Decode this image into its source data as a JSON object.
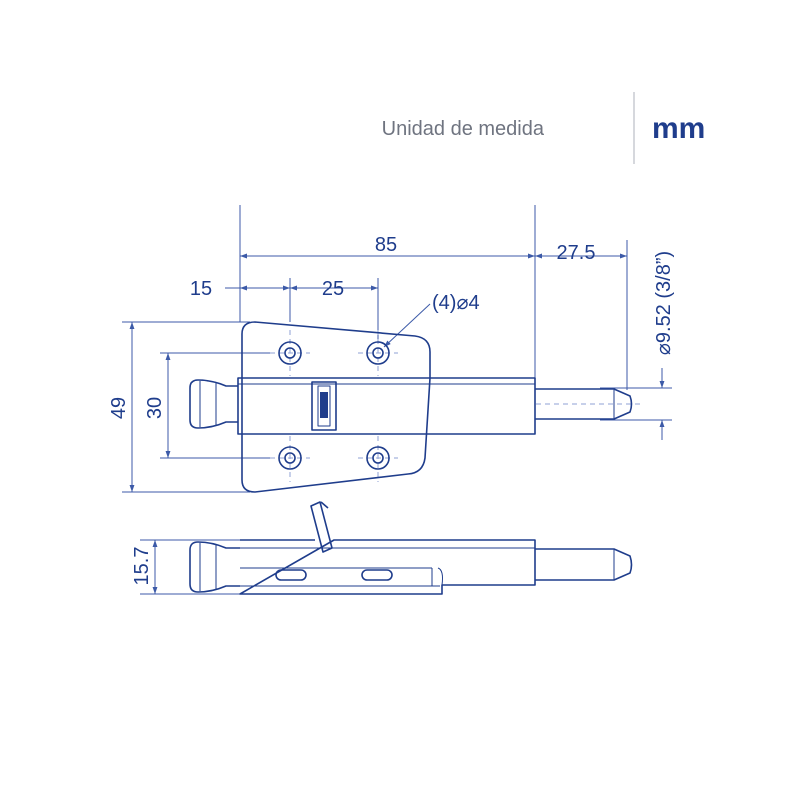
{
  "header": {
    "unit_label": "Unidad de medida",
    "unit_value": "mm"
  },
  "dimensions": {
    "overall_length": "85",
    "pin_extension": "27.5",
    "hole_offset": "15",
    "hole_spacing_horizontal": "25",
    "holes_label": "(4)⌀4",
    "pin_diameter": "⌀9.52 (3/8”)",
    "overall_height": "49",
    "hole_spacing_vertical": "30",
    "side_height": "15.7"
  },
  "colors": {
    "line": "#1f3d8c",
    "dim_line": "#3c5aa8",
    "centerline": "#8fa2d4",
    "divider": "#d6d8dd",
    "label_gray": "#6f7480"
  }
}
